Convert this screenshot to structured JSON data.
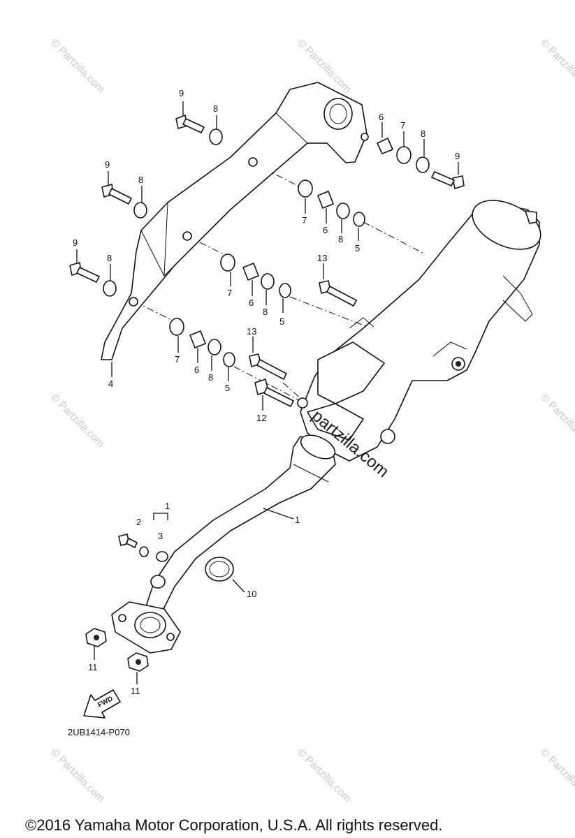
{
  "watermark": {
    "corner_text": "© Partzilla.com",
    "center_text": "partzilla.com"
  },
  "diagram": {
    "code": "2UB1414-P070",
    "fwd_label": "FWD",
    "callouts": {
      "c1a": "1",
      "c1b": "1",
      "c2": "2",
      "c3": "3",
      "c4": "4",
      "c5a": "5",
      "c5b": "5",
      "c5c": "5",
      "c6a": "6",
      "c6b": "6",
      "c6c": "6",
      "c6d": "6",
      "c7a": "7",
      "c7b": "7",
      "c7c": "7",
      "c7d": "7",
      "c8a": "8",
      "c8b": "8",
      "c8c": "8",
      "c8d": "8",
      "c8e": "8",
      "c8f": "8",
      "c8g": "8",
      "c9a": "9",
      "c9b": "9",
      "c9c": "9",
      "c9d": "9",
      "c10": "10",
      "c11a": "11",
      "c11b": "11",
      "c12": "12",
      "c13a": "13",
      "c13b": "13"
    }
  },
  "footer": {
    "copyright": "©2016  Yamaha Motor Corporation, U.S.A. All rights reserved."
  }
}
